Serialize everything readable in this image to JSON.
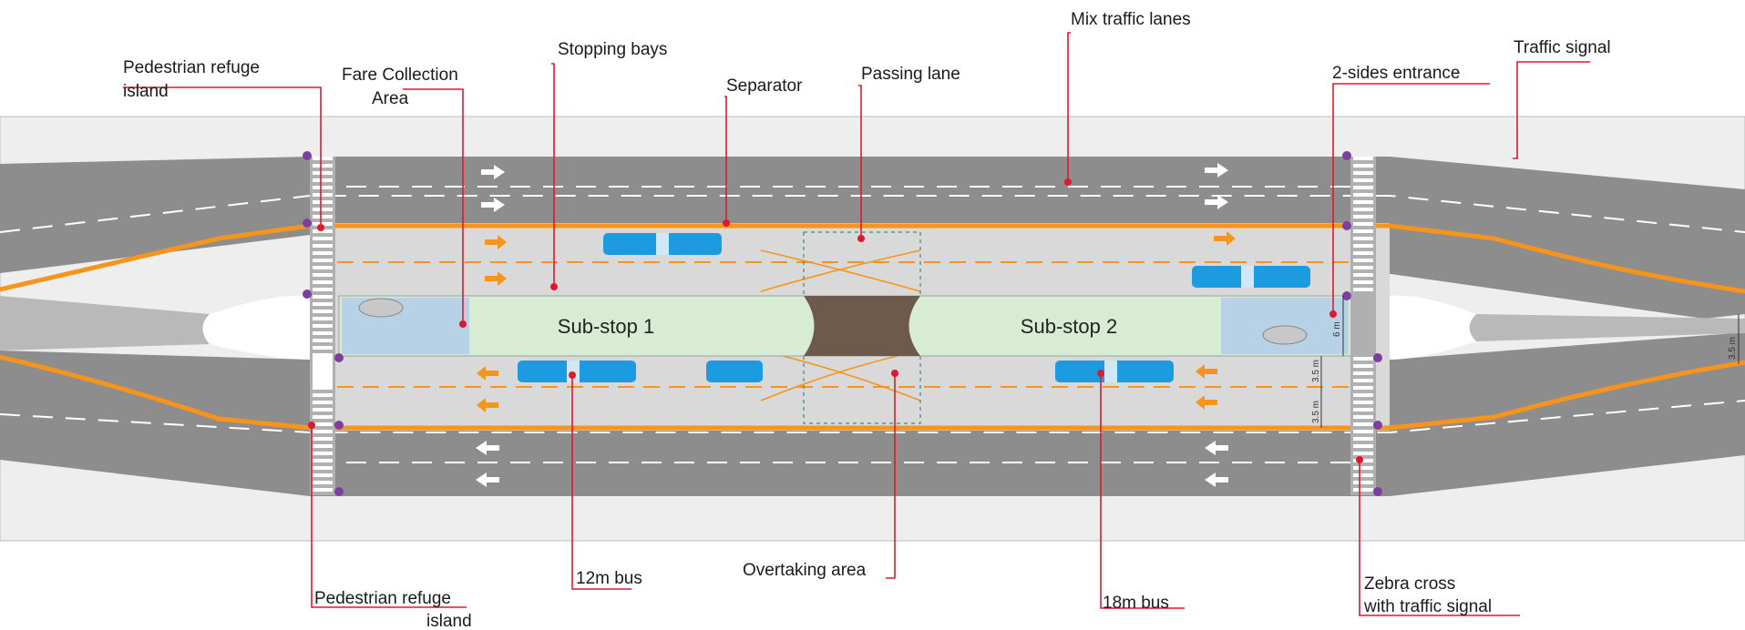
{
  "labels": {
    "pedestrian_refuge_top_1": "Pedestrian refuge",
    "pedestrian_refuge_top_2": "island",
    "fare_collection_1": "Fare Collection",
    "fare_collection_2": "Area",
    "stopping_bays": "Stopping bays",
    "separator": "Separator",
    "passing_lane": "Passing lane",
    "mix_traffic_lanes": "Mix traffic lanes",
    "two_sides_entrance": "2-sides entrance",
    "traffic_signal": "Traffic signal",
    "bus_12m": "12m bus",
    "overtaking_area": "Overtaking area",
    "bus_18m": "18m bus",
    "pedestrian_refuge_bottom_1": "Pedestrian refuge",
    "pedestrian_refuge_bottom_2": "island",
    "zebra_cross_1": "Zebra cross",
    "zebra_cross_2": "with traffic signal"
  },
  "substops": {
    "sub_stop_1": "Sub-stop 1",
    "sub_stop_2": "Sub-stop 2"
  },
  "dimensions": {
    "platform_width": "6 m",
    "lane_width_a": "3.5 m",
    "lane_width_b": "3.5 m",
    "edge_width": "3.5 m"
  },
  "colors": {
    "road": "#8d8d8d",
    "busway": "#d9d9d9",
    "platform": "#d7ecd3",
    "fare_area": "#b7d2e6",
    "orange": "#f7941d",
    "bus": "#1d9be0",
    "pointer": "#e0182d",
    "signal": "#7b3f9e"
  }
}
